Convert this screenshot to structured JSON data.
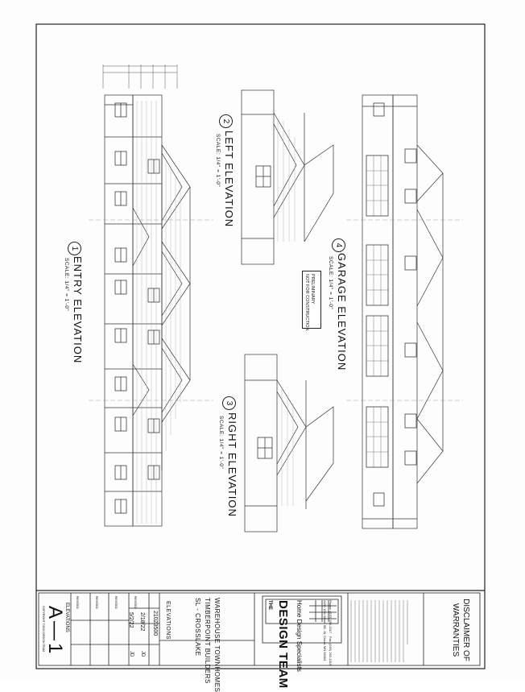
{
  "elevations": {
    "entry": {
      "number": "1",
      "title": "ENTRY ELEVATION",
      "scale": "SCALE: 1/4\" = 1'-0\""
    },
    "left": {
      "number": "2",
      "title": "LEFT ELEVATION",
      "scale": "SCALE: 1/4\" = 1'-0\""
    },
    "right": {
      "number": "3",
      "title": "RIGHT ELEVATION",
      "scale": "SCALE: 1/4\" = 1'-0\""
    },
    "garage": {
      "number": "4",
      "title": "GARAGE ELEVATION",
      "scale": "SCALE: 1/4\" = 1'-0\""
    }
  },
  "stamp": {
    "line1": "PRELIMINARY",
    "line2": "NOT FOR CONSTRUCTION"
  },
  "title_block": {
    "sheet_number": "A—1",
    "sheet_label": "ELEVATIONS",
    "copyright": "COPYRIGHT ©2022 DESIGN TEAM",
    "revisions": [
      "REVISED:",
      "REVISED:",
      "REVISED:",
      "REVISED:"
    ],
    "drawn": {
      "date": "2/18/22",
      "initials": "JD"
    },
    "revised": {
      "date": "5/2/22",
      "initials": "JD"
    },
    "file_number": "21023500",
    "project_line1": "SL - CROSSLAKE",
    "project_line2": "TIMBERPOINT BUILDERS",
    "project_line3": "WAREHOUSE TOWNHOMES",
    "drawing_title": "ELEVATIONS",
    "company_prefix": "THE",
    "company_name": "DESIGN TEAM",
    "company_tagline": "Home Design Specialists",
    "address": "2450 10th Street SE, St. Cloud, MN 56304",
    "phone": "Phone: (320) 252-1517",
    "fax": "Fax: (320) 252-1515",
    "disclaimer_title": "DISCLAIMER OF WARRANTIES"
  }
}
